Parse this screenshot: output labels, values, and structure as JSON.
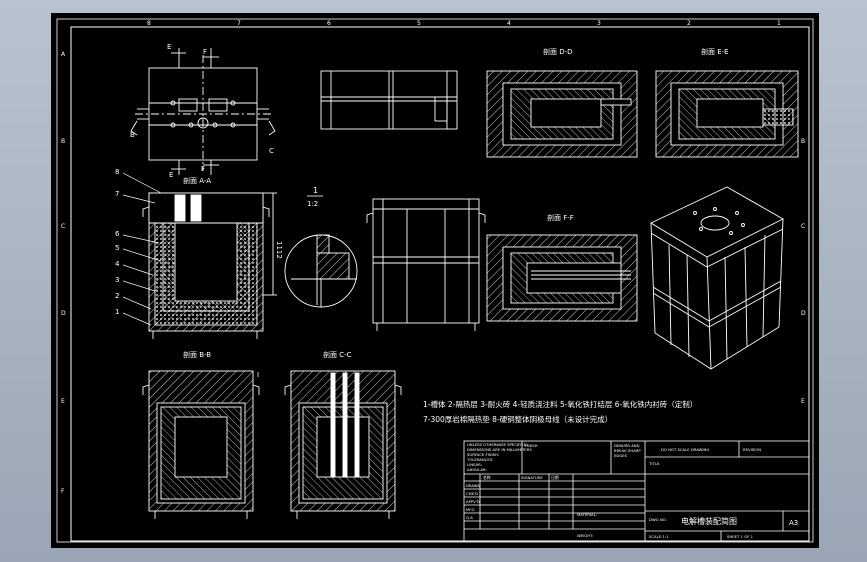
{
  "sheet": {
    "zone_letters": [
      "A",
      "B",
      "C",
      "D",
      "E",
      "F"
    ],
    "zone_numbers": [
      "1",
      "2",
      "3",
      "4",
      "5",
      "6",
      "7",
      "8"
    ]
  },
  "views": {
    "section_aa": "剖面 A-A",
    "section_bb": "剖面 B-B",
    "section_cc": "剖面 C-C",
    "section_dd": "剖面 D-D",
    "section_ee": "剖面 E-E",
    "section_ff": "剖面 F-F",
    "detail_number": "1",
    "detail_scale": "1:2",
    "cut_e": "E",
    "cut_f": "F",
    "cut_b": "B",
    "cut_c": "C",
    "cut_i": "I"
  },
  "dimensions": {
    "height": "1112"
  },
  "balloons": [
    "8",
    "7",
    "6",
    "5",
    "4",
    "3",
    "2",
    "1"
  ],
  "legend": {
    "line1": "1-槽体  2-隔热层  3-耐火砖  4-轻质浇注料  5-氧化铁打结层  6-氧化铁内衬砖（定制）",
    "line2": "7-300厚岩棉隔热垫  8-硬铜整体阴极母线（未设计完成）"
  },
  "title_block": {
    "notes": [
      "UNLESS OTHERWISE SPECIFIED:",
      "DIMENSIONS ARE IN MILLIMETERS",
      "SURFACE FINISH:",
      "TOLERANCES:",
      "LINEAR:",
      "ANGULAR:"
    ],
    "finish": "FINISH",
    "deburr": [
      "DEBURR AND",
      "BREAK SHARP",
      "EDGES"
    ],
    "dont_scale": "DO NOT SCALE DRAWING",
    "revision": "REVISION",
    "title_label": "TITLE:",
    "col_name": "名称",
    "col_signature": "SIGNATURE",
    "col_date": "日期",
    "rows": [
      "DRAWN",
      "CHK'D",
      "APPV'D",
      "MFG",
      "Q.A"
    ],
    "material": "MATERIAL:",
    "weight": "WEIGHT:",
    "dwg_no": "DWG NO.",
    "scale": "SCALE:1:1",
    "sheet": "SHEET 1 OF 1",
    "drawing_title": "电解槽装配简图",
    "size": "A3"
  }
}
